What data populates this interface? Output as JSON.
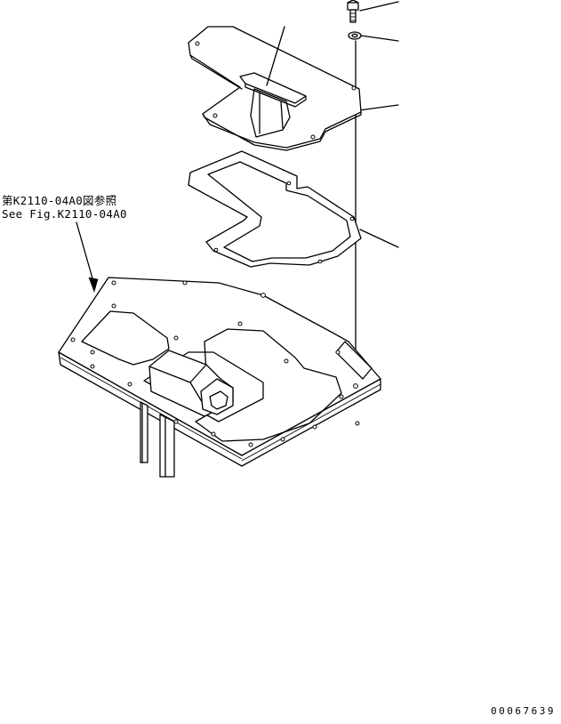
{
  "reference": {
    "label_jp": "第K2110-04A0図参照",
    "label_en": "See Fig.K2110-04A0"
  },
  "drawing_number": "00067639"
}
